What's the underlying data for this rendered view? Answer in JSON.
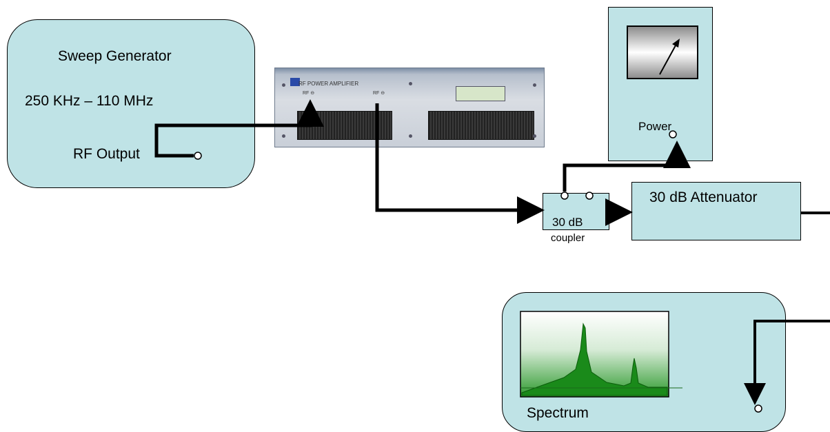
{
  "sweep_generator": {
    "title": "Sweep Generator",
    "range": "250 KHz – 110 MHz",
    "output_label": "RF Output"
  },
  "amplifier": {
    "panel_title": "RF POWER AMPLIFIER",
    "in_port": "RF ⊖",
    "out_port": "RF ⊖"
  },
  "power_meter": {
    "label": "Power"
  },
  "coupler": {
    "value": "30 dB",
    "name": "coupler"
  },
  "attenuator": {
    "label": "30 dB Attenuator"
  },
  "spectrum": {
    "label": "Spectrum"
  },
  "colors": {
    "box_fill": "#bfe3e6",
    "line": "#000000",
    "spectrum_green": "#1a8a1a"
  }
}
